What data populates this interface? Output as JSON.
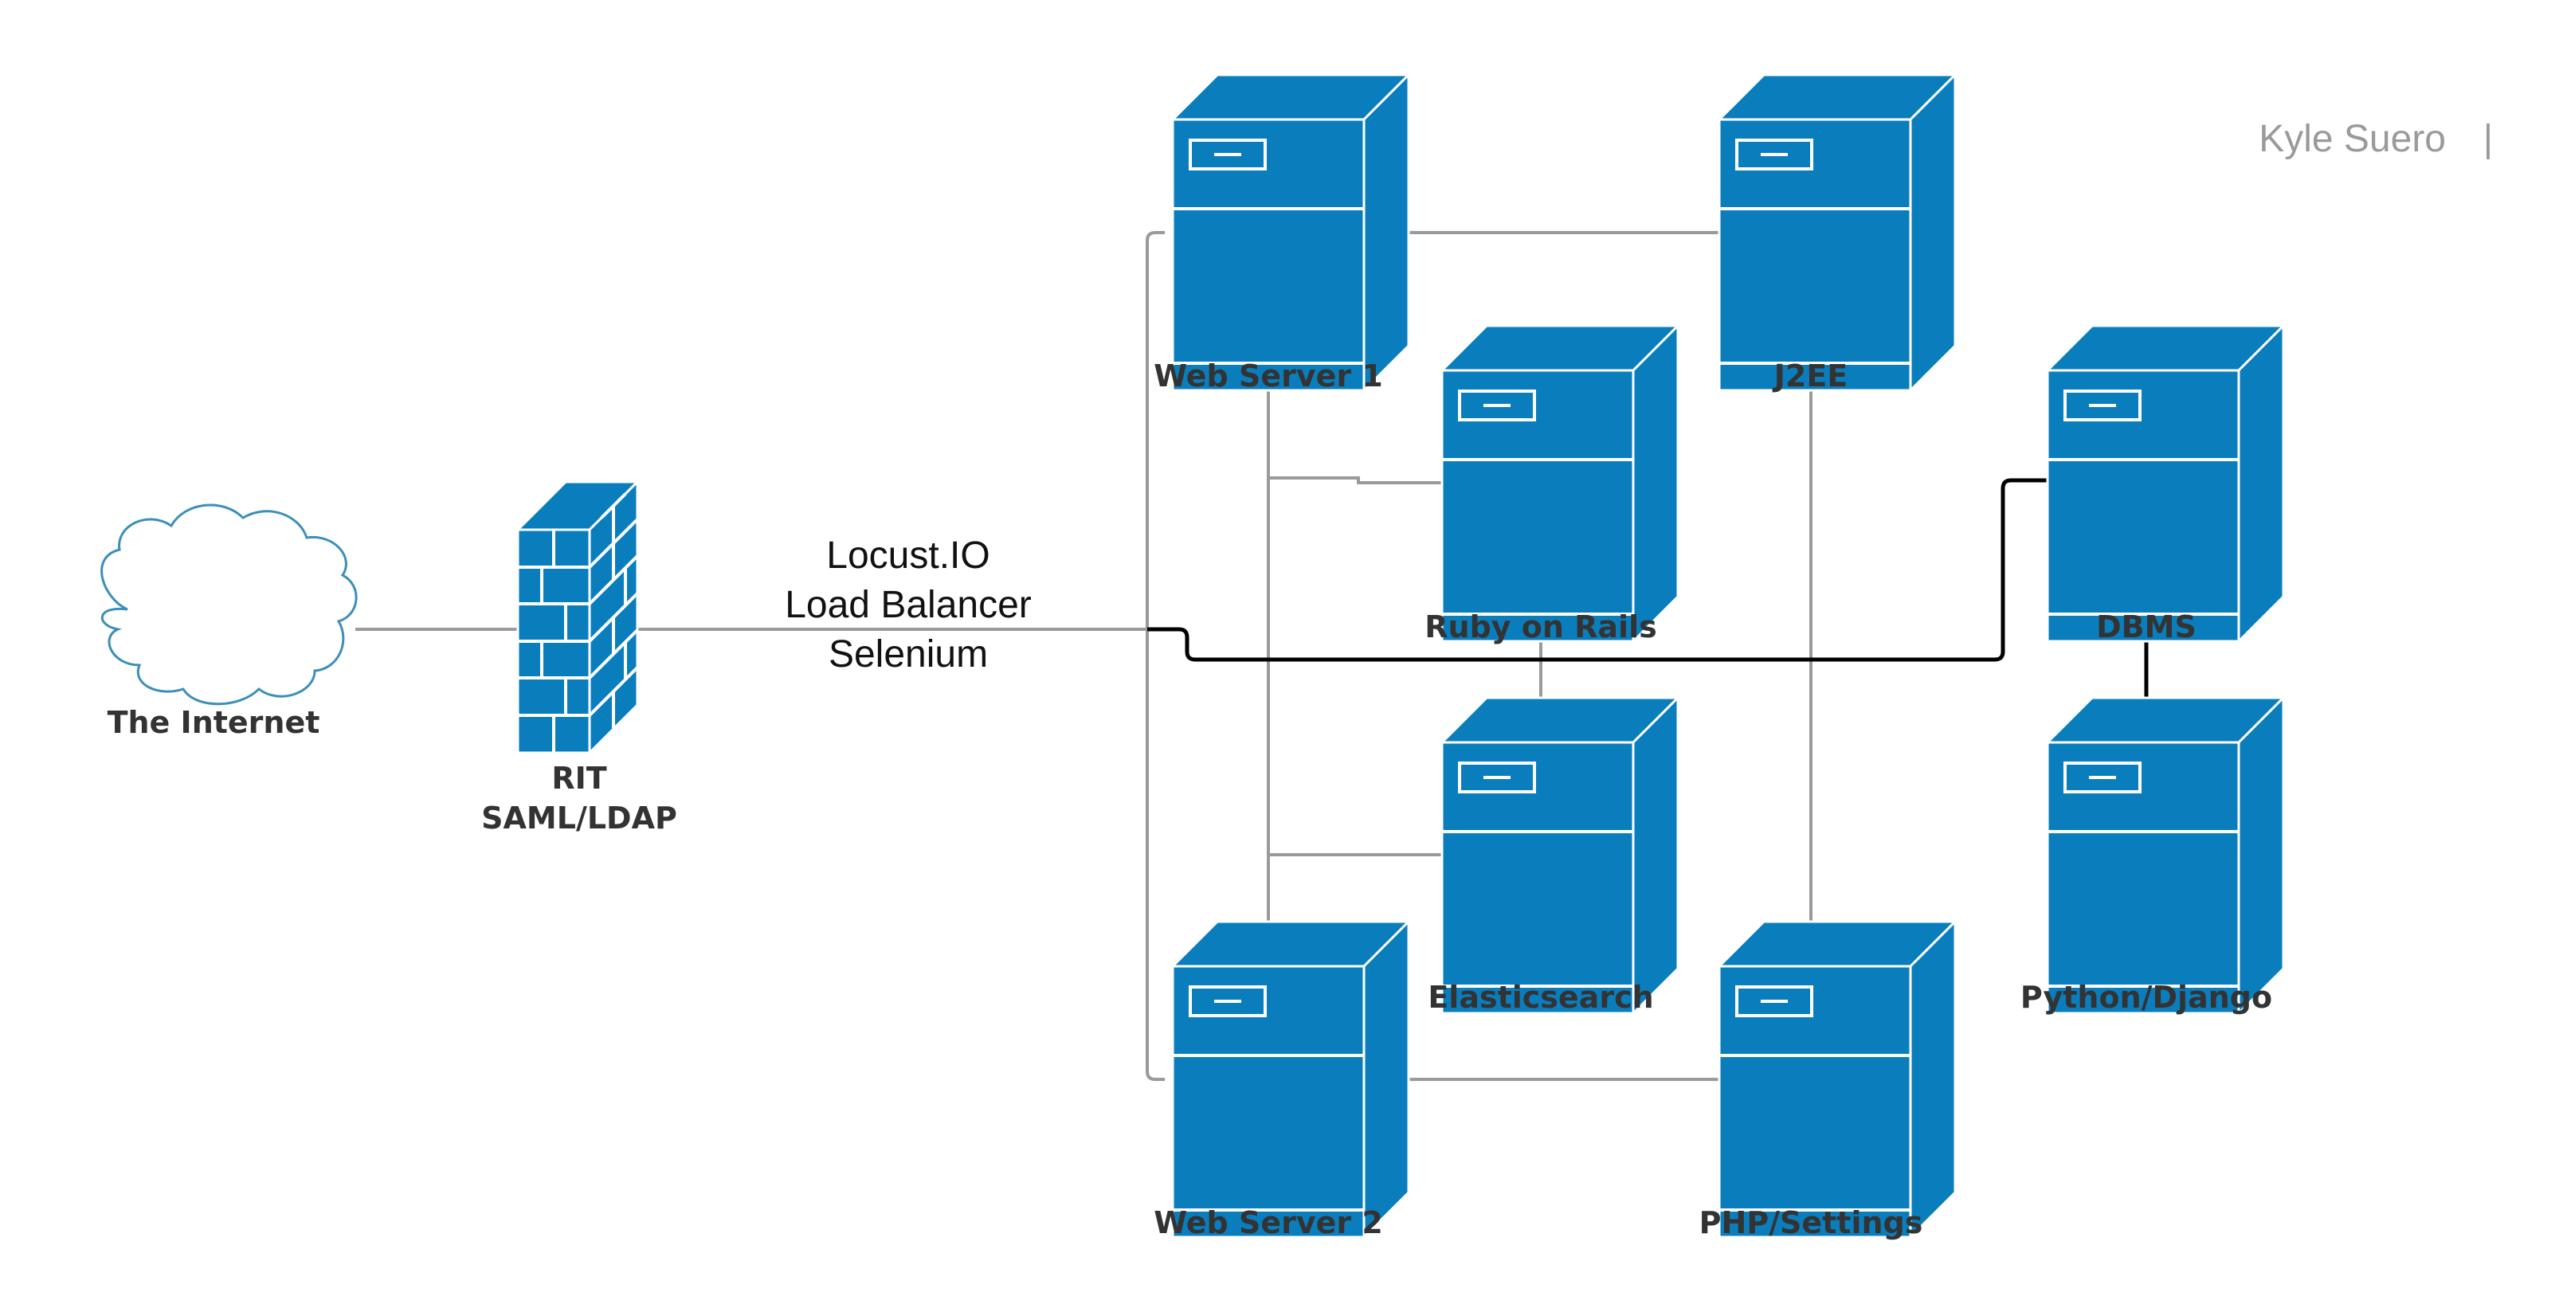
{
  "author": {
    "name": "Kyle Suero",
    "separator": "|"
  },
  "nodes": {
    "internet": {
      "label": "The Internet",
      "icon": "cloud-icon"
    },
    "firewall": {
      "label_line1": "RIT",
      "label_line2": "SAML/LDAP",
      "icon": "firewall-icon"
    },
    "web_server_1": {
      "label": "Web Server 1",
      "icon": "server-icon"
    },
    "web_server_2": {
      "label": "Web Server 2",
      "icon": "server-icon"
    },
    "j2ee": {
      "label": "J2EE",
      "icon": "server-icon"
    },
    "ruby_on_rails": {
      "label": "Ruby on Rails",
      "icon": "server-icon"
    },
    "elasticsearch": {
      "label": "Elasticsearch",
      "icon": "server-icon"
    },
    "php_settings": {
      "label": "PHP/Settings",
      "icon": "server-icon"
    },
    "dbms": {
      "label": "DBMS",
      "icon": "server-icon"
    },
    "python_django": {
      "label": "Python/Django",
      "icon": "server-icon"
    }
  },
  "load_balancer": {
    "line1": "Locust.IO",
    "line2": "Load Balancer",
    "line3": "Selenium"
  },
  "colors": {
    "server_blue": "#0a7ebd",
    "connector_gray": "#9a9a9a",
    "db_link_black": "#000000",
    "cloud_stroke": "#3b8fb8"
  }
}
